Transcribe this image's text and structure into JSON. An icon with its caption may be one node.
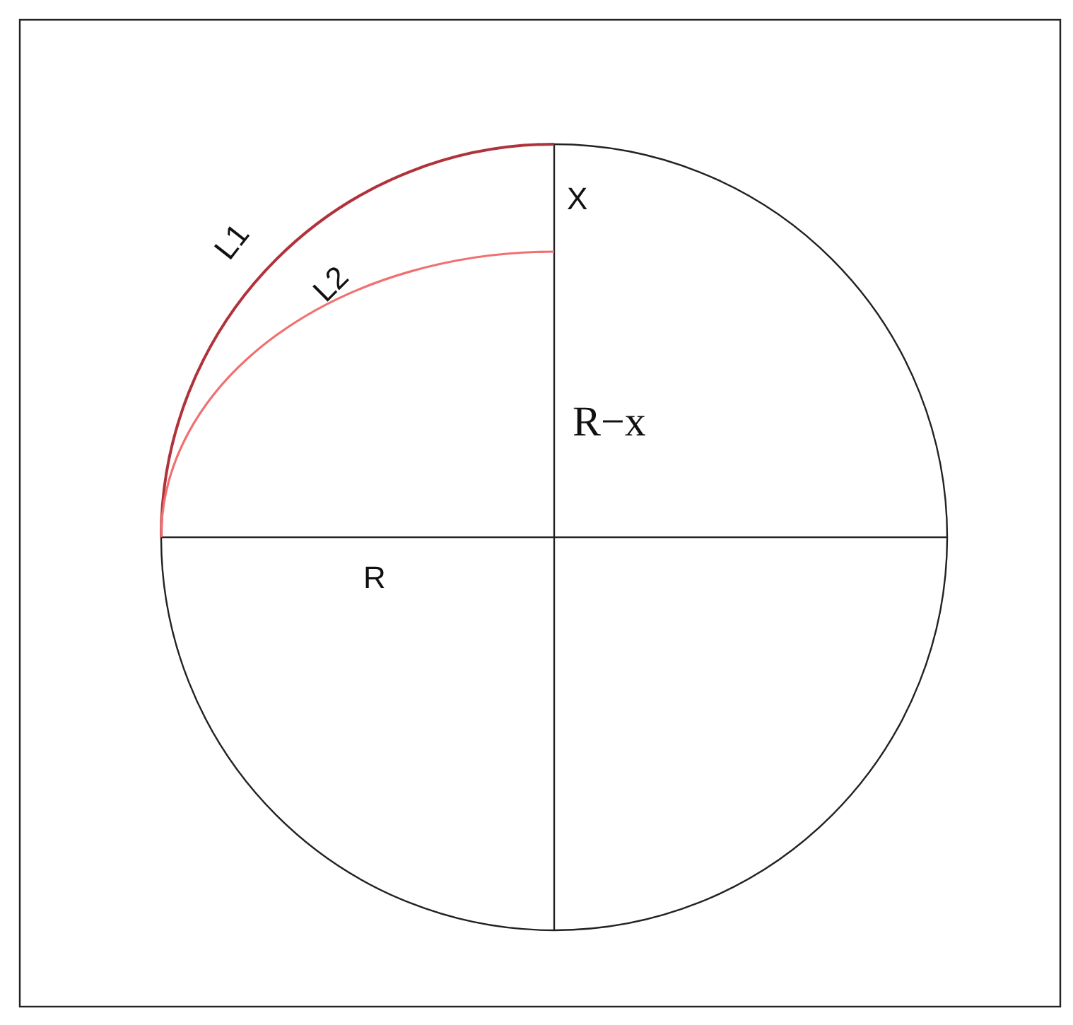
{
  "diagram": {
    "labels": [
      "L1",
      "L2",
      "X",
      "R−x",
      "R"
    ]
  }
}
